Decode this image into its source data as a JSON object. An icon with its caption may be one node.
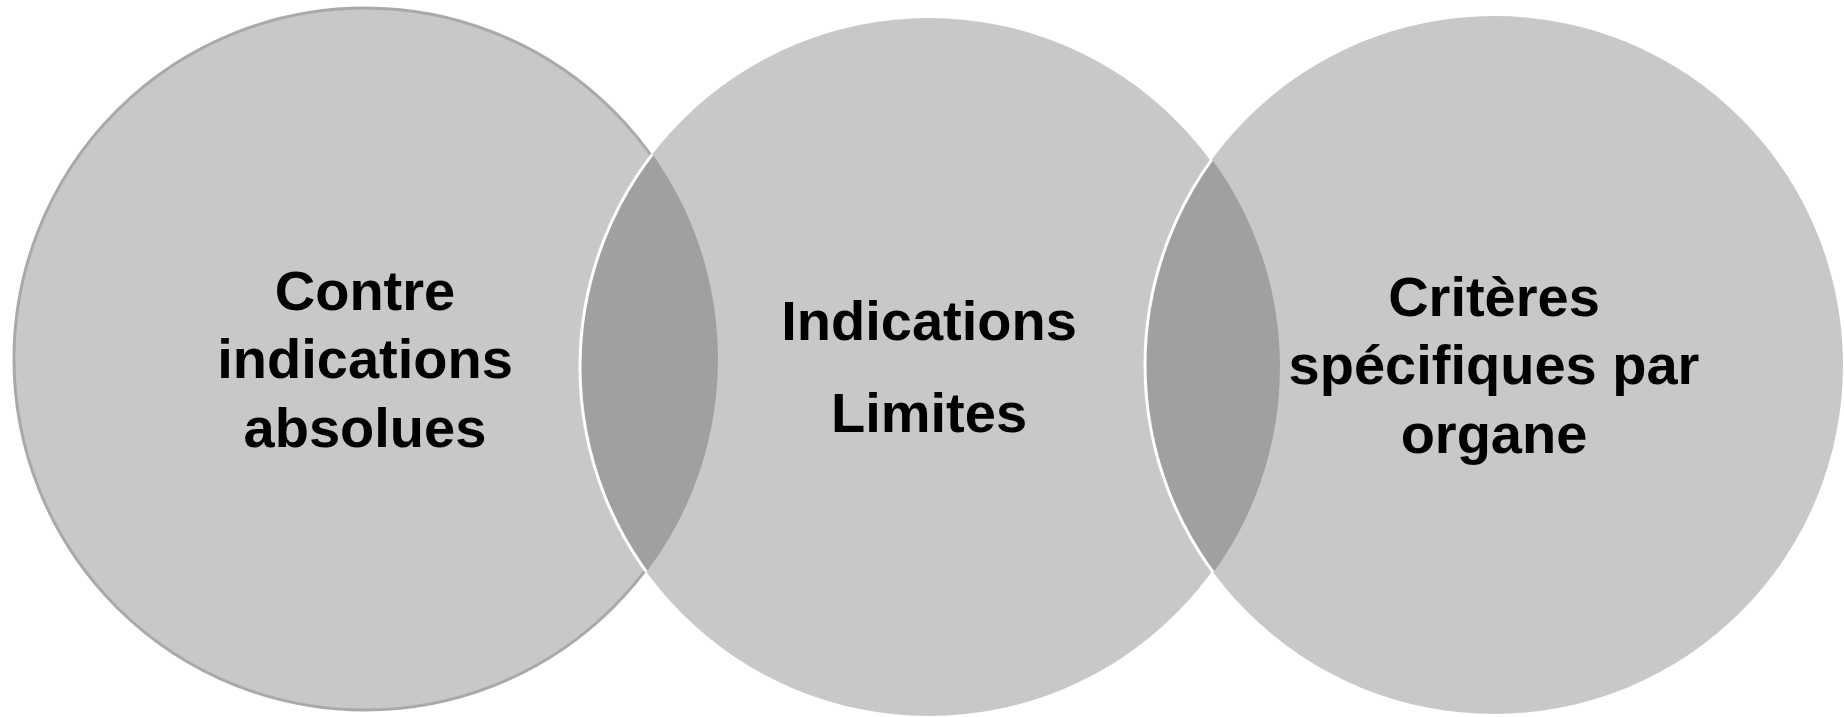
{
  "diagram": {
    "nodes": [
      {
        "text": [
          "Contre indications absolues"
        ]
      },
      {
        "text": [
          "Indications",
          "Limites"
        ]
      },
      {
        "text": [
          "Critères spécifiques par organe"
        ]
      }
    ]
  }
}
